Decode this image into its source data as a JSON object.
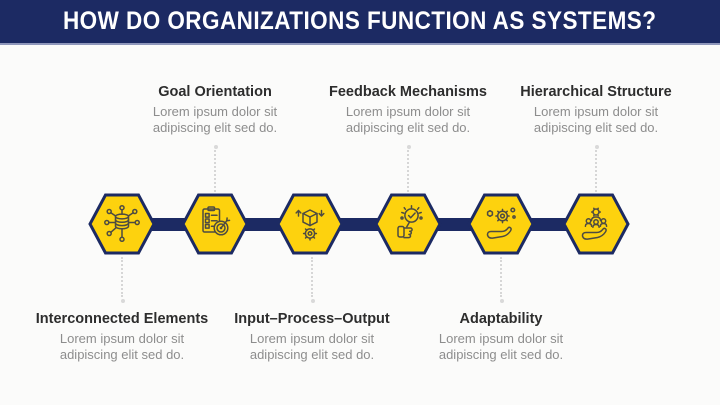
{
  "header": {
    "title": "HOW DO ORGANIZATIONS FUNCTION AS SYSTEMS?"
  },
  "items": [
    {
      "id": "interconnected-elements",
      "label": "Interconnected Elements",
      "desc_line1": "Lorem ipsum dolor sit",
      "desc_line2": "adipiscing elit sed do.",
      "label_position": "bottom",
      "icon": "network-database-icon"
    },
    {
      "id": "goal-orientation",
      "label": "Goal Orientation",
      "desc_line1": "Lorem ipsum dolor sit",
      "desc_line2": "adipiscing elit sed do.",
      "label_position": "top",
      "icon": "checklist-target-icon"
    },
    {
      "id": "input-process-output",
      "label": "Input–Process–Output",
      "desc_line1": "Lorem ipsum dolor sit",
      "desc_line2": "adipiscing elit sed do.",
      "label_position": "bottom",
      "icon": "package-gear-icon"
    },
    {
      "id": "feedback-mechanisms",
      "label": "Feedback Mechanisms",
      "desc_line1": "Lorem ipsum dolor sit",
      "desc_line2": "adipiscing elit sed do.",
      "label_position": "top",
      "icon": "hand-check-feedback-icon"
    },
    {
      "id": "adaptability",
      "label": "Adaptability",
      "desc_line1": "Lorem ipsum dolor sit",
      "desc_line2": "adipiscing elit sed do.",
      "label_position": "bottom",
      "icon": "hand-gear-icon"
    },
    {
      "id": "hierarchical-structure",
      "label": "Hierarchical Structure",
      "desc_line1": "Lorem ipsum dolor sit",
      "desc_line2": "adipiscing elit sed do.",
      "label_position": "top",
      "icon": "hand-team-hierarchy-icon"
    }
  ],
  "colors": {
    "navy": "#1c2a63",
    "hex_yellow": "#fdd20e",
    "icon_stroke": "#4d4b42",
    "heading_text": "#2d2d2d",
    "body_text": "#8d8d8d",
    "header_underline": "#8f97bb",
    "background": "#fbfbfa"
  }
}
